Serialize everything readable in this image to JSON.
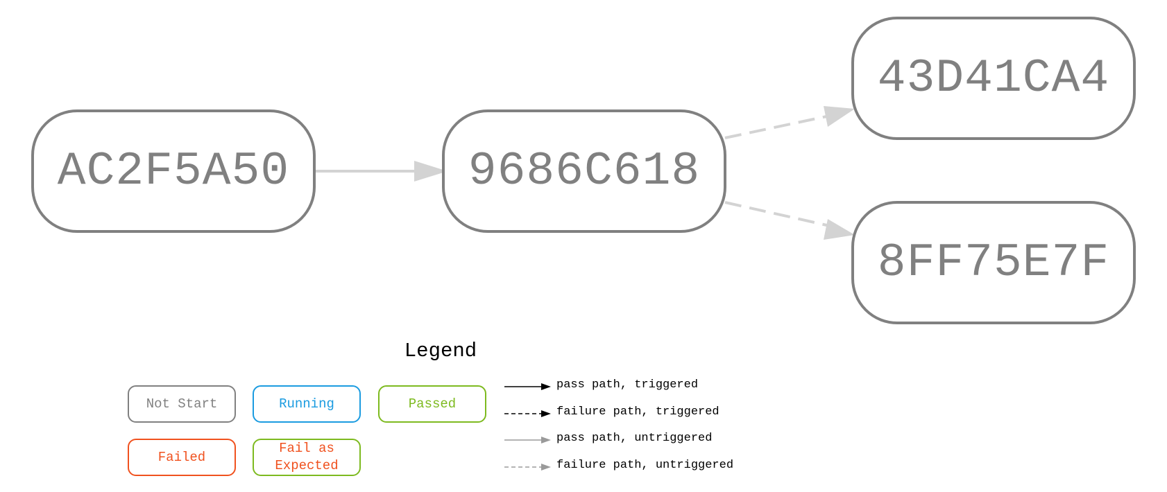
{
  "diagram": {
    "nodes": [
      {
        "id": "n1",
        "label": "AC2F5A50"
      },
      {
        "id": "n2",
        "label": "9686C618"
      },
      {
        "id": "n3",
        "label": "43D41CA4"
      },
      {
        "id": "n4",
        "label": "8FF75E7F"
      }
    ],
    "edges": [
      {
        "from": "n1",
        "to": "n2",
        "kind": "pass path, untriggered"
      },
      {
        "from": "n2",
        "to": "n3",
        "kind": "failure path, untriggered"
      },
      {
        "from": "n2",
        "to": "n4",
        "kind": "failure path, untriggered"
      }
    ]
  },
  "legend": {
    "title": "Legend",
    "states": [
      {
        "label": "Not Start",
        "border_color": "#808080",
        "text_color": "#808080"
      },
      {
        "label": "Running",
        "border_color": "#1a9be0",
        "text_color": "#1a9be0"
      },
      {
        "label": "Passed",
        "border_color": "#7dba1f",
        "text_color": "#7dba1f"
      },
      {
        "label": "Failed",
        "border_color": "#f0511e",
        "text_color": "#f0511e"
      },
      {
        "label": "Fail as\nExpected",
        "border_color": "#7dba1f",
        "text_color": "#f0511e"
      }
    ],
    "lines": [
      {
        "label": "pass path, triggered",
        "color": "#000000",
        "dashed": false
      },
      {
        "label": "failure path, triggered",
        "color": "#000000",
        "dashed": true
      },
      {
        "label": "pass path, untriggered",
        "color": "#9a9a9a",
        "dashed": false
      },
      {
        "label": "failure path, untriggered",
        "color": "#9a9a9a",
        "dashed": true
      }
    ]
  },
  "colors": {
    "node_border": "#808080",
    "node_text": "#808080",
    "edge_untriggered": "#d3d3d3"
  }
}
